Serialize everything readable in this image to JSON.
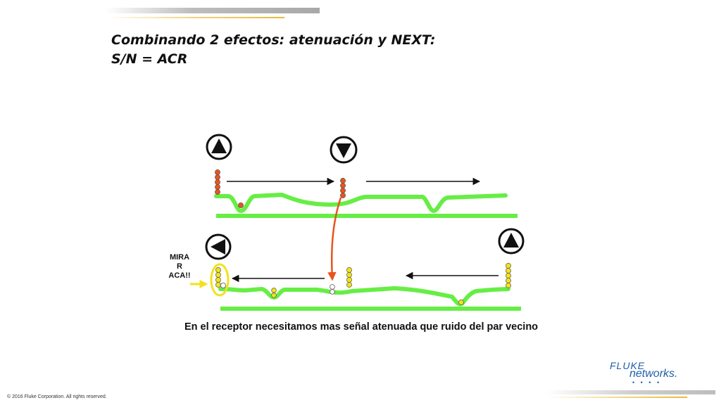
{
  "slide": {
    "title_line1": "Combinando 2 efectos: atenuación y NEXT:",
    "title_line2": "S/N = ACR",
    "caption": "En el receptor necesitamos mas señal atenuada que ruido del par vecino",
    "look_label": [
      "MIRA",
      "R",
      "ACA!!"
    ],
    "copyright": "© 2016 Fluke Corporation. All rights reserved."
  },
  "logo": {
    "line1": "FLUKE",
    "line2": "networks.",
    "dots": "• • • •"
  },
  "colors": {
    "wire": "#66ee44",
    "signal": "#e8541e",
    "noise": "#f2e21c",
    "crosstalk": "#e8541e",
    "highlight": "#f2e21c",
    "text": "#111111",
    "brand": "#1f5fa8"
  },
  "icons": {
    "transmitter_top": "triangle-up-icon",
    "receiver_top": "triangle-down-icon",
    "receiver_bottom": "triangle-left-icon",
    "transmitter_bottom": "triangle-up-icon"
  }
}
